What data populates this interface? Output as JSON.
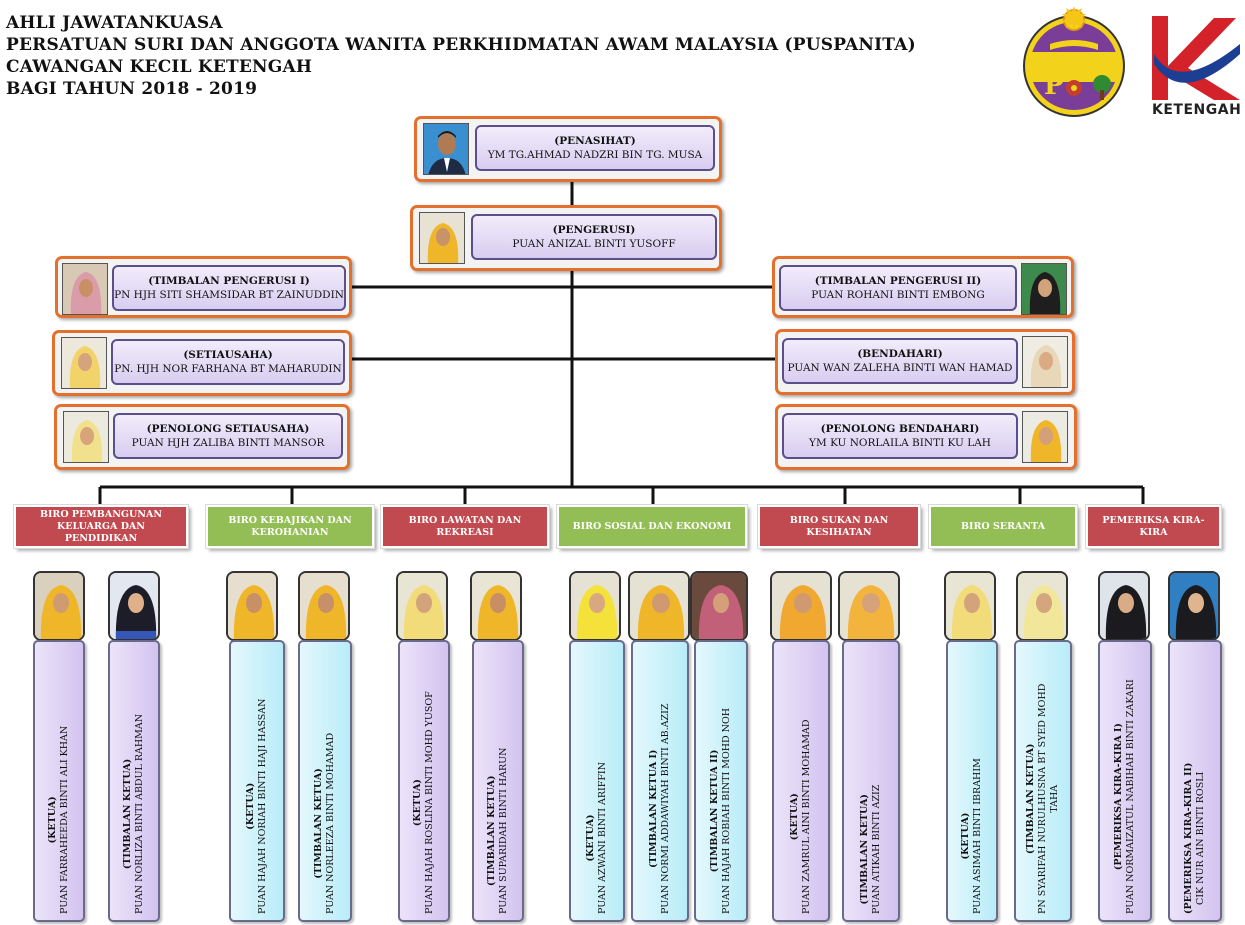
{
  "header": {
    "line1": "AHLI JAWATANKUASA",
    "line2": "PERSATUAN SURI DAN ANGGOTA WANITA PERKHIDMATAN AWAM MALAYSIA (PUSPANITA)",
    "line3": "CAWANGAN KECIL KETENGAH",
    "line4": "BAGI TAHUN 2018 - 2019"
  },
  "logos": {
    "puspanita": {
      "icon": "puspanita-emblem",
      "colors": [
        "#7a3e98",
        "#f2d21a",
        "#2f8a32"
      ]
    },
    "ketengah": {
      "icon": "ketengah-logo",
      "text": "KETENGAH",
      "colors": [
        "#d3222a",
        "#1c3f94"
      ]
    }
  },
  "officers": {
    "penasihat": {
      "role": "(PENASIHAT)",
      "name": "YM TG.AHMAD NADZRI BIN TG. MUSA"
    },
    "pengerusi": {
      "role": "(PENGERUSI)",
      "name": "PUAN ANIZAL BINTI YUSOFF"
    },
    "timbalan1": {
      "role": "(TIMBALAN PENGERUSI I)",
      "name": "PN HJH SITI SHAMSIDAR BT ZAINUDDIN"
    },
    "timbalan2": {
      "role": "(TIMBALAN PENGERUSI II)",
      "name": "PUAN ROHANI BINTI EMBONG"
    },
    "setiausaha": {
      "role": "(SETIAUSAHA)",
      "name": "PN. HJH NOR FARHANA  BT MAHARUDIN"
    },
    "bendahari": {
      "role": "(BENDAHARI)",
      "name": "PUAN WAN ZALEHA BINTI WAN HAMAD"
    },
    "pen_setiausaha": {
      "role": "(PENOLONG SETIAUSAHA)",
      "name": "PUAN HJH  ZALIBA BINTI MANSOR"
    },
    "pen_bendahari": {
      "role": "(PENOLONG BENDAHARI)",
      "name": "YM KU NORLAILA BINTI KU LAH"
    }
  },
  "bureaus": [
    {
      "label": "BIRO PEMBANGUNAN KELUARGA DAN PENDIDIKAN",
      "color": "#c04a50"
    },
    {
      "label": "BIRO KEBAJIKAN DAN KEROHANIAN",
      "color": "#93be55"
    },
    {
      "label": "BIRO LAWATAN DAN REKREASI",
      "color": "#c04a50"
    },
    {
      "label": "BIRO SOSIAL DAN EKONOMI",
      "color": "#93be55"
    },
    {
      "label": "BIRO SUKAN DAN KESIHATAN",
      "color": "#c04a50"
    },
    {
      "label": "BIRO SERANTA",
      "color": "#93be55"
    },
    {
      "label": "PEMERIKSA KIRA-KIRA",
      "color": "#c04a50"
    }
  ],
  "members": [
    {
      "role": "(KETUA)",
      "name": "PUAN  FARRAHEEDA BINTI ALI KHAN"
    },
    {
      "role": "(TIMBALAN KETUA)",
      "name": "PUAN NORLIZA BINTI ABDUL RAHMAN"
    },
    {
      "role": "(KETUA)",
      "name": "PUAN HAJAH NORIAH BINTI HAJI HASSAN"
    },
    {
      "role": "(TIMBALAN KETUA)",
      "name": "PUAN NORLEEZA BINTI MOHAMAD"
    },
    {
      "role": "(KETUA)",
      "name": "PUAN HAJAH ROSLINA BINTI MOHD YUSOF"
    },
    {
      "role": "(TIMBALAN KETUA)",
      "name": "PUAN SUPARIDAH BINTI HARUN"
    },
    {
      "role": "(KETUA)",
      "name": "PUAN AZWANI BINTI ARIFFIN"
    },
    {
      "role": "(TIMBALAN KETUA I)",
      "name": "PUAN NORMI ADDAWIYAH BINTI AB.AZIZ"
    },
    {
      "role": "(TIMBALAN KETUA II)",
      "name": "PUAN HAJAH ROBIAH BINTI MOHD NOH"
    },
    {
      "role": "(KETUA)",
      "name": "PUAN ZAMRUL AINI BINTI MOHAMAD"
    },
    {
      "role": "(TIMBALAN KETUA)",
      "name": "PUAN ATIKAH BINTI AZIZ"
    },
    {
      "role": "(KETUA)",
      "name": "PUAN ASIMAH BINTI IBRAHIM"
    },
    {
      "role": "(TIMBALAN KETUA)",
      "name1": "PN SYARIFAH NURULHUSNA BT SYED MOHD",
      "name2": "TAHA"
    },
    {
      "role": "(PEMERIKSA KIRA-KIRA I)",
      "name": "PUAN NORMAIZATUL NABIHAH BINTI ZAKARI"
    },
    {
      "role": "(PEMERIKSA KIRA-KIRA II)",
      "name": "CIK NUR AIN BINTI ROSLI"
    }
  ],
  "palette": {
    "card_border": "#e4702d",
    "label_fill": "#d8cdf0",
    "bureau_red": "#c04a50",
    "bureau_green": "#93be55",
    "bar_lavender": "#d2c3ef",
    "bar_cyan": "#b8ecf8",
    "hijab_yellow": "#f0b62a"
  }
}
